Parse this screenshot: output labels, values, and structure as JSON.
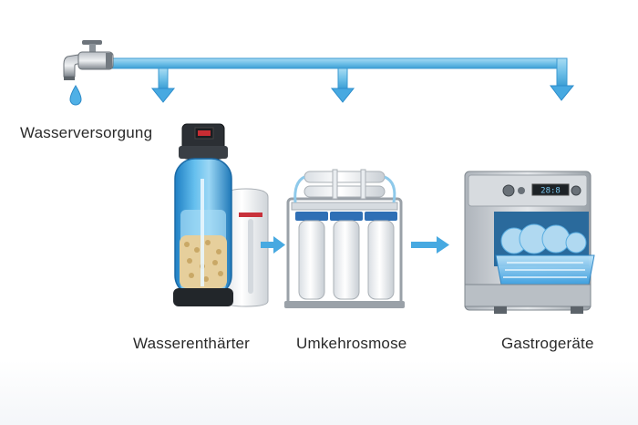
{
  "title": "Wasserversorgung diagram",
  "labels": {
    "supply": "Wasserversorgung",
    "softener": "Wasserenthärter",
    "reverse_osmosis": "Umkehrosmose",
    "gastro": "Gastrogeräte"
  },
  "dishwasher_display": "28:8",
  "colors": {
    "pipe": "#7cc7ea",
    "pipe_edge": "#3b9ad2",
    "arrow": "#3fa3df",
    "water": "#4fb0e6",
    "steel": "#c9ced4"
  },
  "icons": [
    "faucet-icon",
    "water-softener-icon",
    "reverse-osmosis-icon",
    "dishwasher-icon"
  ]
}
